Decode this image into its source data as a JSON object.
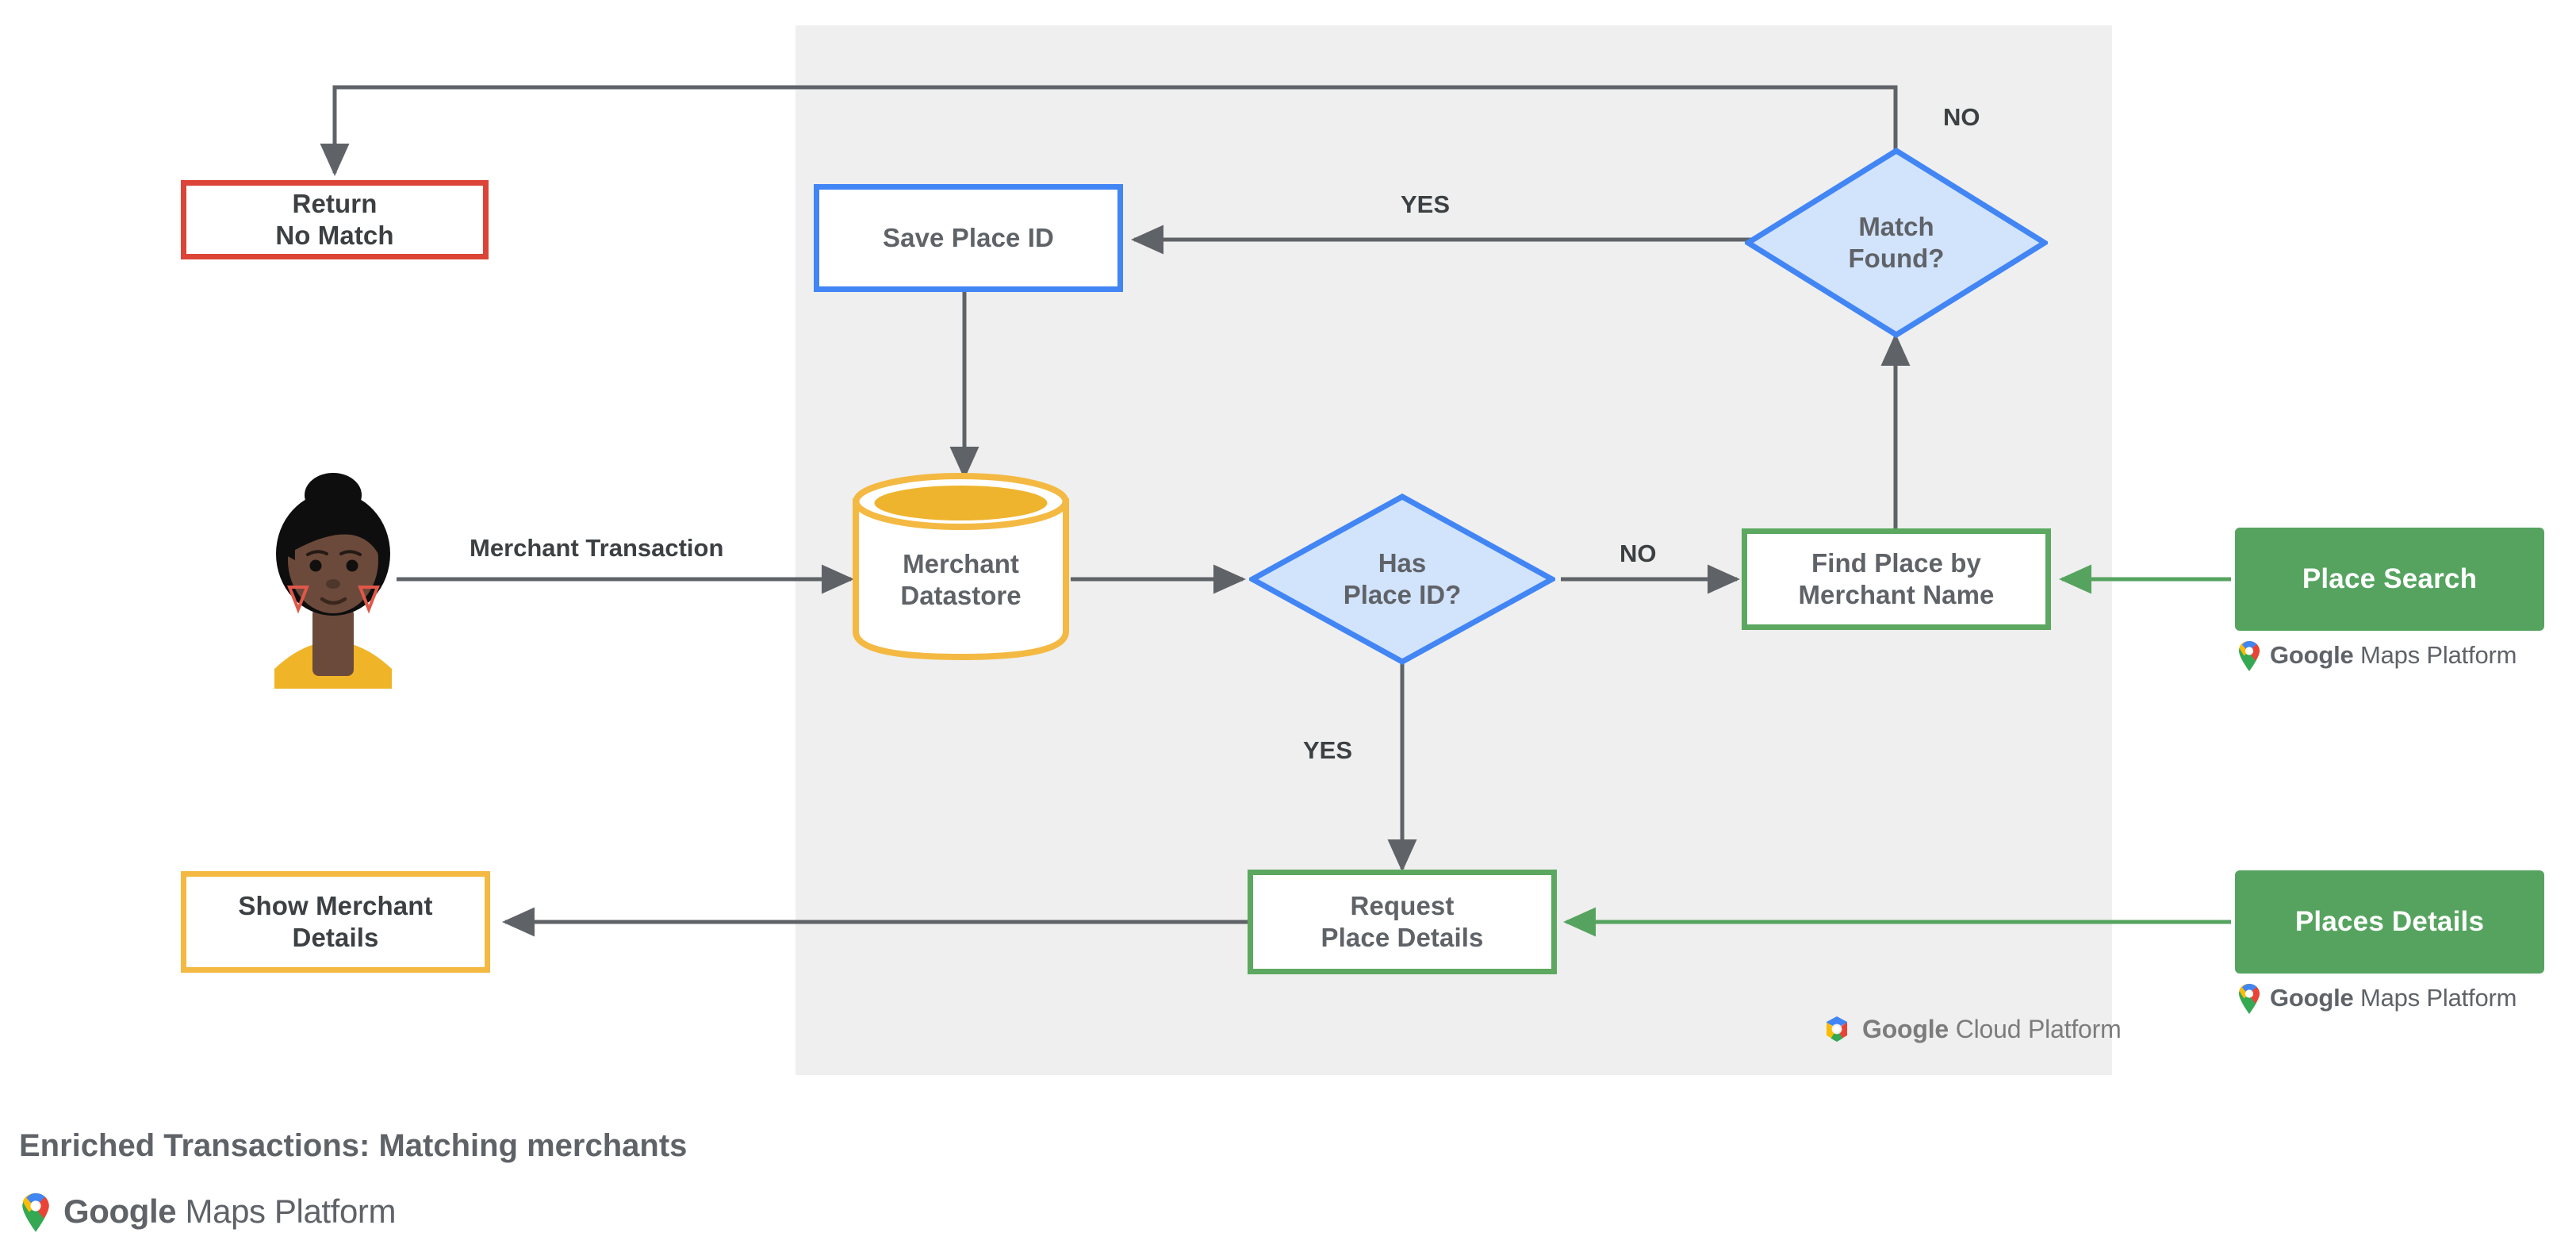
{
  "diagram": {
    "caption": "Enriched Transactions: Matching merchants",
    "panel_label": "Google Cloud Platform",
    "colors": {
      "panel_bg": "#EFEFEF",
      "red": "#DB4437",
      "blue": "#4285F4",
      "blue_fill": "#D2E3FC",
      "green": "#5CA860",
      "green_solid": "#55A35F",
      "yellow": "#F4B942",
      "edge": "#5F6368",
      "text": "#5F6368"
    },
    "nodes": {
      "return_no_match": {
        "label": "Return\nNo Match",
        "shape": "rect",
        "color": "red"
      },
      "save_place_id": {
        "label": "Save Place ID",
        "shape": "rect",
        "color": "blue"
      },
      "match_found": {
        "label": "Match\nFound?",
        "shape": "diamond",
        "color": "blue"
      },
      "merchant_datastore": {
        "label": "Merchant\nDatastore",
        "shape": "cylinder",
        "color": "yellow"
      },
      "has_place_id": {
        "label": "Has\nPlace ID?",
        "shape": "diamond",
        "color": "blue"
      },
      "find_place": {
        "label": "Find Place by\nMerchant Name",
        "shape": "rect",
        "color": "green"
      },
      "request_details": {
        "label": "Request\nPlace Details",
        "shape": "rect",
        "color": "green"
      },
      "show_merchant": {
        "label": "Show Merchant\nDetails",
        "shape": "rect",
        "color": "yellow"
      }
    },
    "api_boxes": [
      {
        "label": "Place Search",
        "logo": "Google Maps Platform"
      },
      {
        "label": "Places Details",
        "logo": "Google Maps Platform"
      }
    ],
    "edge_labels": {
      "merchant_transaction": "Merchant Transaction",
      "match_found_no": "NO",
      "match_found_yes": "YES",
      "has_place_id_no": "NO",
      "has_place_id_yes": "YES"
    },
    "logos": {
      "maps_platform_brand": "Google",
      "maps_platform_rest": " Maps Platform",
      "cloud_platform_brand": "Google",
      "cloud_platform_rest": " Cloud Platform"
    },
    "avatar": {
      "name": "merchant-customer-avatar",
      "skin": "#6B4A3B",
      "hair": "#0E0E0E",
      "shirt": "#F0B429",
      "earring": "#E0584A"
    }
  }
}
